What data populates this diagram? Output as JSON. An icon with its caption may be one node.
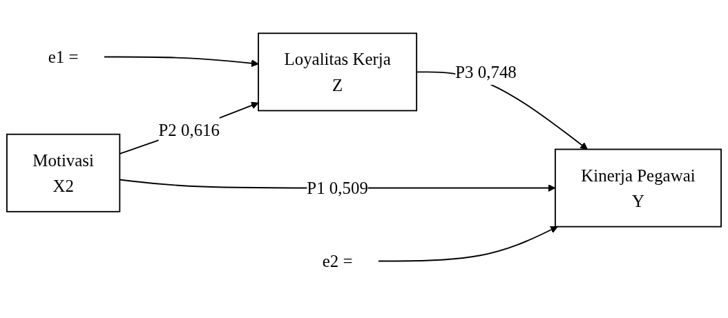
{
  "diagram": {
    "nodes": [
      {
        "text": [
          "e1 ="
        ]
      },
      {
        "text": [
          "Loyalitas Kerja",
          "Z"
        ]
      },
      {
        "text": [
          "Motivasi",
          "X2"
        ]
      },
      {
        "text": [
          "Kinerja Pegawai",
          "Y"
        ]
      },
      {
        "text": [
          "e2 ="
        ]
      }
    ],
    "edges": [
      {
        "from": 0,
        "to": 1,
        "arrow": "to"
      },
      {
        "from": 2,
        "to": 1,
        "label": "P2 0,616",
        "arrow": "to"
      },
      {
        "from": 1,
        "to": 3,
        "label": "P3 0,748",
        "arrow": "to"
      },
      {
        "from": 2,
        "to": 3,
        "label": "P1 0,509",
        "arrow": "to"
      },
      {
        "from": 4,
        "to": 3,
        "arrow": "to"
      }
    ]
  }
}
